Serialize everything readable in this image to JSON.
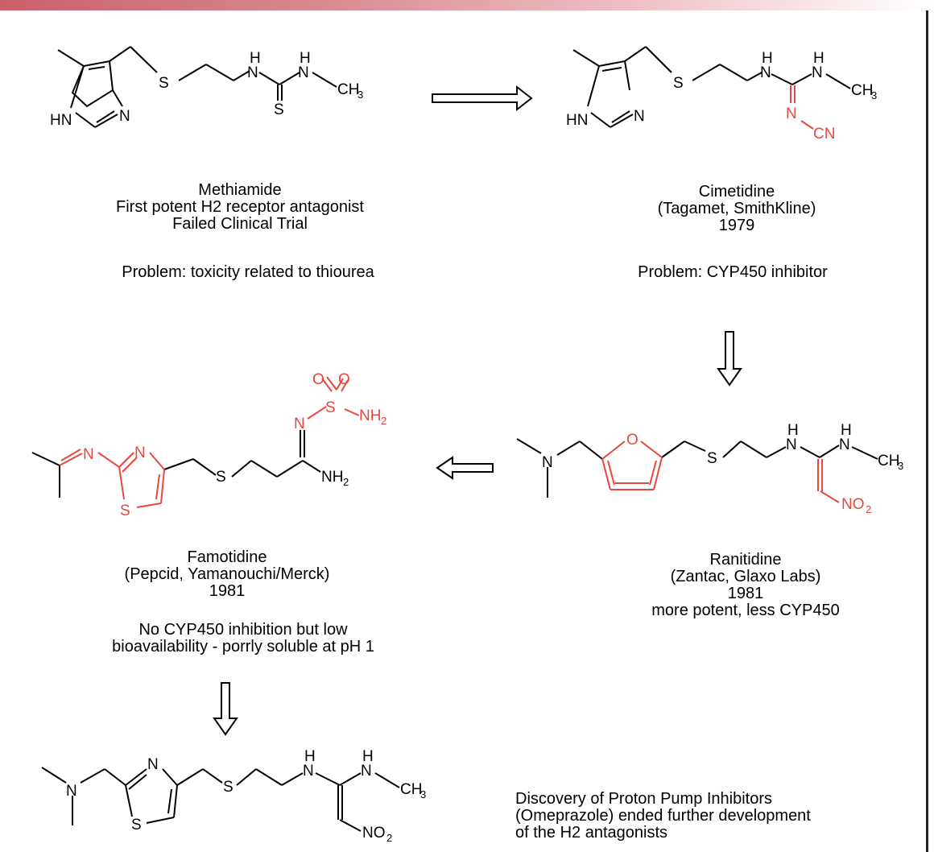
{
  "colors": {
    "highlight": "#e8473f",
    "bond": "#000000",
    "accent_bar": "#c9606c"
  },
  "atoms": {
    "H": "H",
    "HN": "HN",
    "N": "N",
    "S": "S",
    "O": "O",
    "CH3": "CH",
    "sub3": "3",
    "CN": "CN",
    "NO": "NO",
    "sub2": "2",
    "NH": "NH"
  },
  "methiamide": {
    "name": "Methiamide",
    "line2": "First potent H2 receptor antagonist",
    "line3": "Failed Clinical Trial",
    "problem": "Problem:  toxicity related to thiourea"
  },
  "cimetidine": {
    "name": "Cimetidine",
    "line2": "(Tagamet, SmithKline)",
    "line3": "1979",
    "problem": "Problem:  CYP450 inhibitor"
  },
  "famotidine": {
    "name": "Famotidine",
    "line2": "(Pepcid, Yamanouchi/Merck)",
    "line3": "1981",
    "note1": "No CYP450 inhibition but low",
    "note2": "bioavailability - porrly soluble at pH 1"
  },
  "ranitidine": {
    "name": "Ranitidine",
    "line2": "(Zantac, Glaxo Labs)",
    "line3": "1981",
    "line4": "more potent, less CYP450"
  },
  "conclusion": {
    "line1": "Discovery of Proton Pump Inhibitors",
    "line2": "(Omeprazole) ended further development",
    "line3": "of the H2 antagonists"
  }
}
